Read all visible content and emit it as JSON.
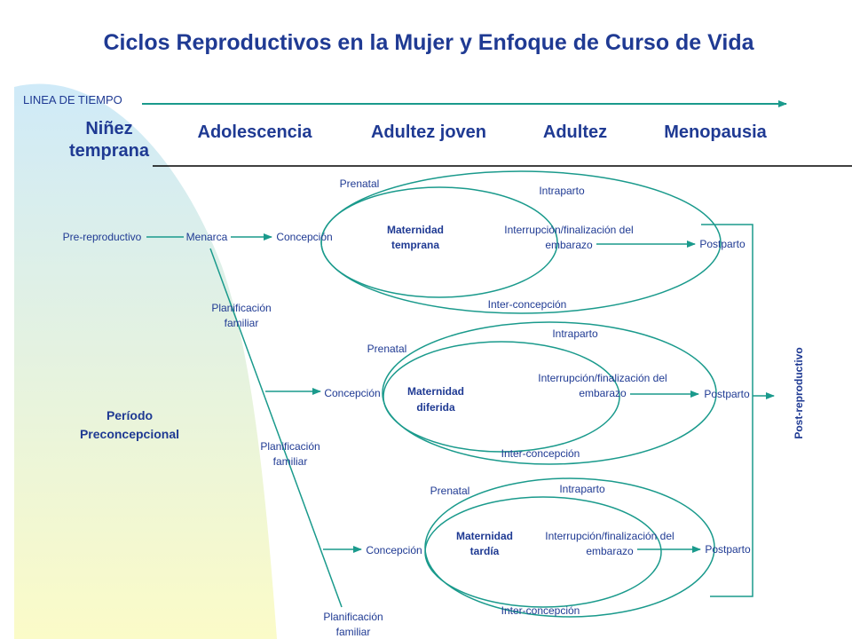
{
  "title": "Ciclos Reproductivos en la Mujer y Enfoque de Curso de Vida",
  "timeline_label": "LINEA DE TIEMPO",
  "stages": {
    "ninez_line1": "Niñez",
    "ninez_line2": "temprana",
    "adolescencia": "Adolescencia",
    "adultez_joven": "Adultez joven",
    "adultez": "Adultez",
    "menopausia": "Menopausia"
  },
  "period": {
    "line1": "Período",
    "line2": "Preconcepcional"
  },
  "pre_reproductivo": "Pre-reproductivo",
  "menarca": "Menarca",
  "post_reproductivo": "Post-reproductivo",
  "planificacion": {
    "line1": "Planificación",
    "line2": "familiar"
  },
  "cycles": [
    {
      "concepcion": "Concepción",
      "prenatal": "Prenatal",
      "intraparto": "Intraparto",
      "maternidad_line1": "Maternidad",
      "maternidad_line2": "temprana",
      "interrupcion_line1": "Interrupción/finalización del",
      "interrupcion_line2": "embarazo",
      "postparto": "Postparto",
      "inter_concepcion": "Inter-concepción"
    },
    {
      "concepcion": "Concepción",
      "prenatal": "Prenatal",
      "intraparto": "Intraparto",
      "maternidad_line1": "Maternidad",
      "maternidad_line2": "diferida",
      "interrupcion_line1": "Interrupción/finalización del",
      "interrupcion_line2": "embarazo",
      "postparto": "Postparto",
      "inter_concepcion": "Inter-concepción"
    },
    {
      "concepcion": "Concepción",
      "prenatal": "Prenatal",
      "intraparto": "Intraparto",
      "maternidad_line1": "Maternidad",
      "maternidad_line2": "tardía",
      "interrupcion_line1": "Interrupción/finalización del",
      "interrupcion_line2": "embarazo",
      "postparto": "Postparto",
      "inter_concepcion": "Inter-concepción"
    }
  ],
  "colors": {
    "text": "#1f3a93",
    "connector": "#1a9a8c",
    "gradient_top": "#cfeaf8",
    "gradient_bottom": "#fbfbc8"
  }
}
